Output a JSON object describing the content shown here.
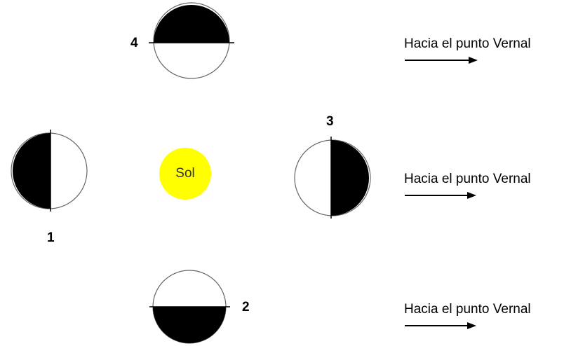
{
  "sun": {
    "label": "Sol",
    "color": "#ffff00"
  },
  "planets": [
    {
      "label": "1",
      "dark_side": "left"
    },
    {
      "label": "2",
      "dark_side": "bottom"
    },
    {
      "label": "3",
      "dark_side": "right"
    },
    {
      "label": "4",
      "dark_side": "top"
    }
  ],
  "vernal_labels": [
    "Hacia el punto Vernal",
    "Hacia el punto Vernal",
    "Hacia el punto Vernal"
  ],
  "colors": {
    "dark": "#000000",
    "light": "#ffffff",
    "outline": "#666666"
  }
}
